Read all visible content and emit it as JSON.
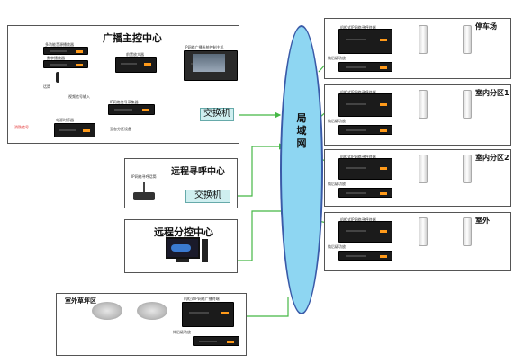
{
  "network": {
    "label": "局\n域\n网"
  },
  "main_center": {
    "title": "广播主控中心",
    "labels": {
      "server": "IP网络广播系统控制主机",
      "mixer_label": "前置放大器",
      "media_source": "多功能音源播放器",
      "dvd": "数字播放器",
      "mic": "话筒",
      "video_input": "视频信号输入",
      "ip_adapter": "IP网络信号采集器",
      "remote_power": "电源时序器",
      "fire_signal": "消防信号",
      "to_areas": "至各分区设备"
    },
    "switch": "交换机"
  },
  "remote_paging": {
    "title": "远程寻呼中心",
    "mic_label": "IP网络寻呼话筒",
    "switch": "交换机"
  },
  "remote_control": {
    "title": "远程分控中心"
  },
  "zones": [
    {
      "name": "停车场",
      "terminal": "机柜式IP网络寻呼终端",
      "amp": "纯后级功放"
    },
    {
      "name": "室内分区1",
      "terminal": "机柜式IP网络寻呼终端",
      "amp": "纯后级功放"
    },
    {
      "name": "室内分区2",
      "terminal": "机柜式IP网络寻呼终端",
      "amp": "纯后级功放"
    },
    {
      "name": "室外",
      "terminal": "机柜式IP网络寻呼终端",
      "amp": "纯后级功放"
    }
  ],
  "outdoor_lawn": {
    "title": "室外草坪区",
    "terminal": "机柜式IP网络广播终端",
    "amp": "纯后级功放"
  }
}
